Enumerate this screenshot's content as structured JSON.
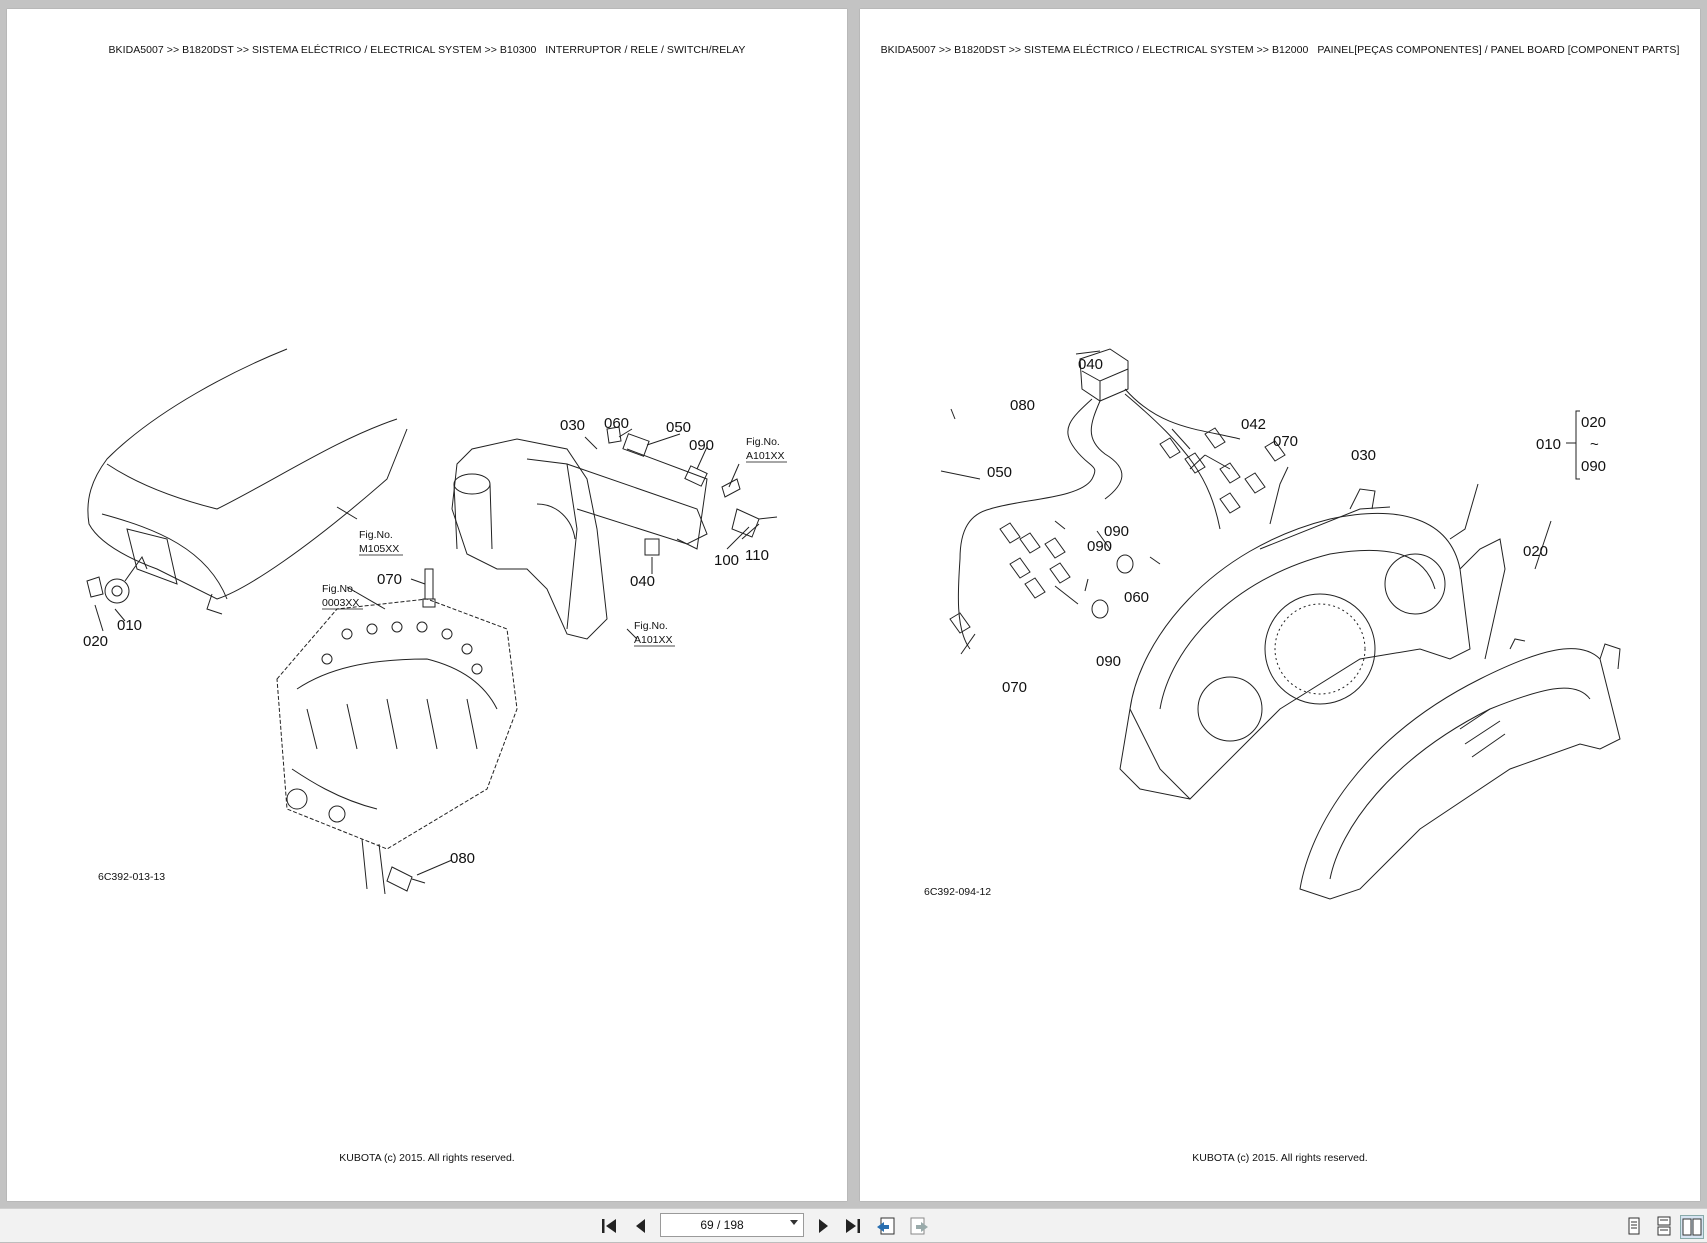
{
  "left_page": {
    "breadcrumb": "BKIDA5007 >> B1820DST >> SISTEMA ELÉCTRICO / ELECTRICAL SYSTEM >> B10300   INTERRUPTOR / RELE / SWITCH/RELAY",
    "figure_code": "6C392-013-13",
    "footer": "KUBOTA (c) 2015. All rights reserved.",
    "callouts": [
      "010",
      "020",
      "030",
      "040",
      "050",
      "060",
      "070",
      "080",
      "090",
      "100",
      "110"
    ],
    "fig_refs": [
      {
        "label": "Fig.No.",
        "code": "M105XX"
      },
      {
        "label": "Fig.No.",
        "code": "0003XX"
      },
      {
        "label": "Fig.No.",
        "code": "A101XX"
      },
      {
        "label": "Fig.No.",
        "code": "A101XX"
      }
    ]
  },
  "right_page": {
    "breadcrumb": "BKIDA5007 >> B1820DST >> SISTEMA ELÉCTRICO / ELECTRICAL SYSTEM >> B12000   PAINEL[PEÇAS COMPONENTES] / PANEL BOARD [COMPONENT PARTS]",
    "figure_code": "6C392-094-12",
    "footer": "KUBOTA (c) 2015. All rights reserved.",
    "callouts": [
      "040",
      "080",
      "042",
      "070",
      "050",
      "030",
      "090",
      "090",
      "060",
      "090",
      "070",
      "020"
    ],
    "range_label": {
      "from": "010",
      "top": "020",
      "tilde": "~",
      "bottom": "090"
    }
  },
  "toolbar": {
    "page_indicator": "69 / 198",
    "icons": [
      "first-page-icon",
      "previous-page-icon",
      "next-page-icon",
      "last-page-icon",
      "go-back-icon",
      "go-forward-icon",
      "single-page-view-icon",
      "continuous-view-icon",
      "facing-pages-view-icon"
    ]
  }
}
